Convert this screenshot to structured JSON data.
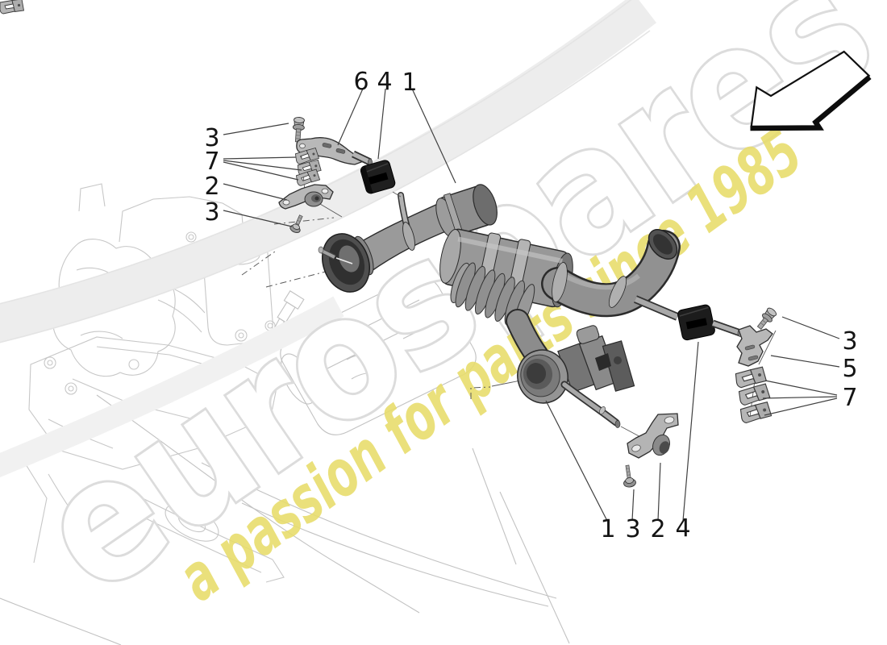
{
  "diagram": {
    "title": "exhaust-silencer-parts-diagram",
    "callouts": {
      "top": [
        {
          "label": "6"
        },
        {
          "label": "4"
        },
        {
          "label": "1"
        }
      ],
      "left": [
        {
          "label": "3"
        },
        {
          "label": "7"
        },
        {
          "label": "2"
        },
        {
          "label": "3"
        }
      ],
      "right": [
        {
          "label": "3"
        },
        {
          "label": "5"
        },
        {
          "label": "7"
        }
      ],
      "bottom": [
        {
          "label": "1"
        },
        {
          "label": "3"
        },
        {
          "label": "2"
        },
        {
          "label": "4"
        }
      ]
    }
  },
  "watermark": {
    "brand": "eurospares",
    "tagline": "a passion for parts since 1985",
    "brand_fill": "#ffffff",
    "brand_outline": "#dcdcdc",
    "tagline_color": "#e8dd6d"
  }
}
